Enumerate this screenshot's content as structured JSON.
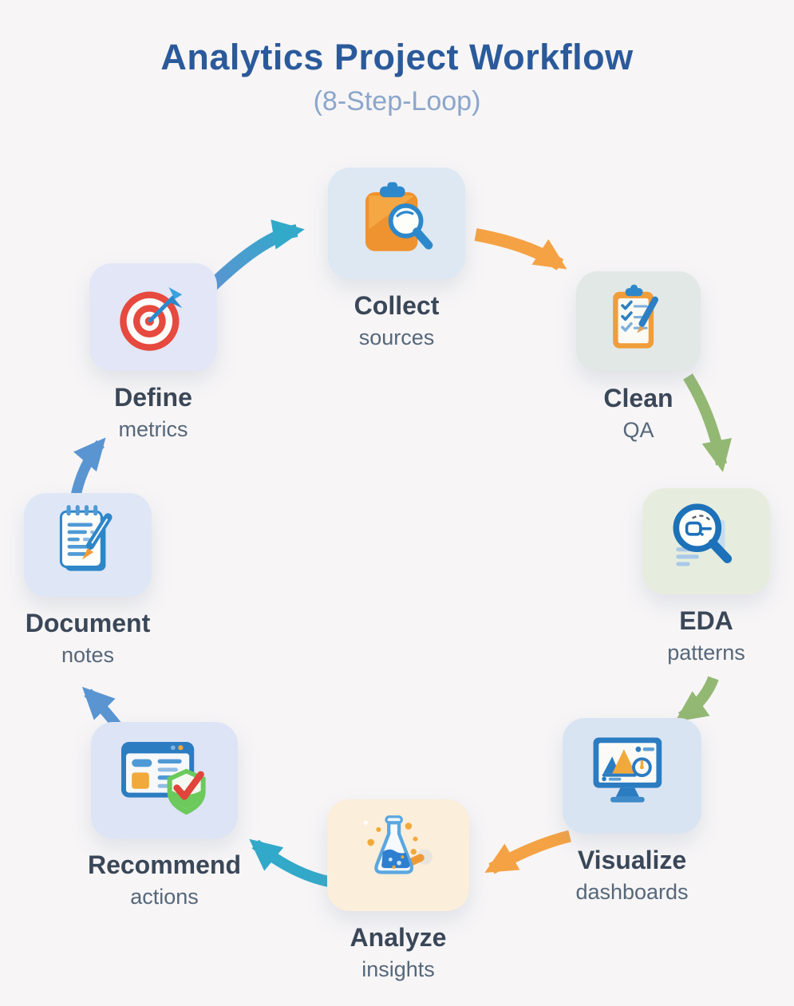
{
  "title": "Analytics Project Workflow",
  "subtitle": "(8-Step-Loop)",
  "steps": [
    {
      "label": "Define",
      "sublabel": "metrics",
      "icon": "target-dart-icon",
      "card_color": "#e2e6f6"
    },
    {
      "label": "Collect",
      "sublabel": "sources",
      "icon": "clipboard-magnifier-icon",
      "card_color": "#dde8f3"
    },
    {
      "label": "Clean",
      "sublabel": "QA",
      "icon": "checklist-pencil-icon",
      "card_color": "#e2e8e5"
    },
    {
      "label": "EDA",
      "sublabel": "patterns",
      "icon": "magnifier-report-icon",
      "card_color": "#e6edde"
    },
    {
      "label": "Visualize",
      "sublabel": "dashboards",
      "icon": "dashboard-monitor-icon",
      "card_color": "#d9e4f3"
    },
    {
      "label": "Analyze",
      "sublabel": "insights",
      "icon": "flask-icon",
      "card_color": "#fbeeda"
    },
    {
      "label": "Recommend",
      "sublabel": "actions",
      "icon": "window-shield-check-icon",
      "card_color": "#dce4f6"
    },
    {
      "label": "Document",
      "sublabel": "notes",
      "icon": "notepad-pen-icon",
      "card_color": "#dfe7f6"
    }
  ],
  "flow": [
    {
      "from": "Define",
      "to": "Collect",
      "color_key": "arrow_blue_to_teal"
    },
    {
      "from": "Collect",
      "to": "Clean",
      "color_key": "arrow_orange"
    },
    {
      "from": "Clean",
      "to": "EDA",
      "color_key": "arrow_green"
    },
    {
      "from": "EDA",
      "to": "Visualize",
      "color_key": "arrow_green"
    },
    {
      "from": "Visualize",
      "to": "Analyze",
      "color_key": "arrow_orange"
    },
    {
      "from": "Analyze",
      "to": "Recommend",
      "color_key": "arrow_teal"
    },
    {
      "from": "Recommend",
      "to": "Document",
      "color_key": "arrow_blue"
    },
    {
      "from": "Document",
      "to": "Define",
      "color_key": "arrow_blue"
    }
  ],
  "colors": {
    "background": "#f7f5f6",
    "title": "#2b5a9b",
    "subtitle": "#8ba6cb",
    "step_label": "#3a4758",
    "step_sublabel": "#56677a",
    "arrow_blue": "#5a95d2",
    "arrow_teal": "#33a9c9",
    "arrow_orange": "#f4a243",
    "arrow_green": "#93b873"
  }
}
